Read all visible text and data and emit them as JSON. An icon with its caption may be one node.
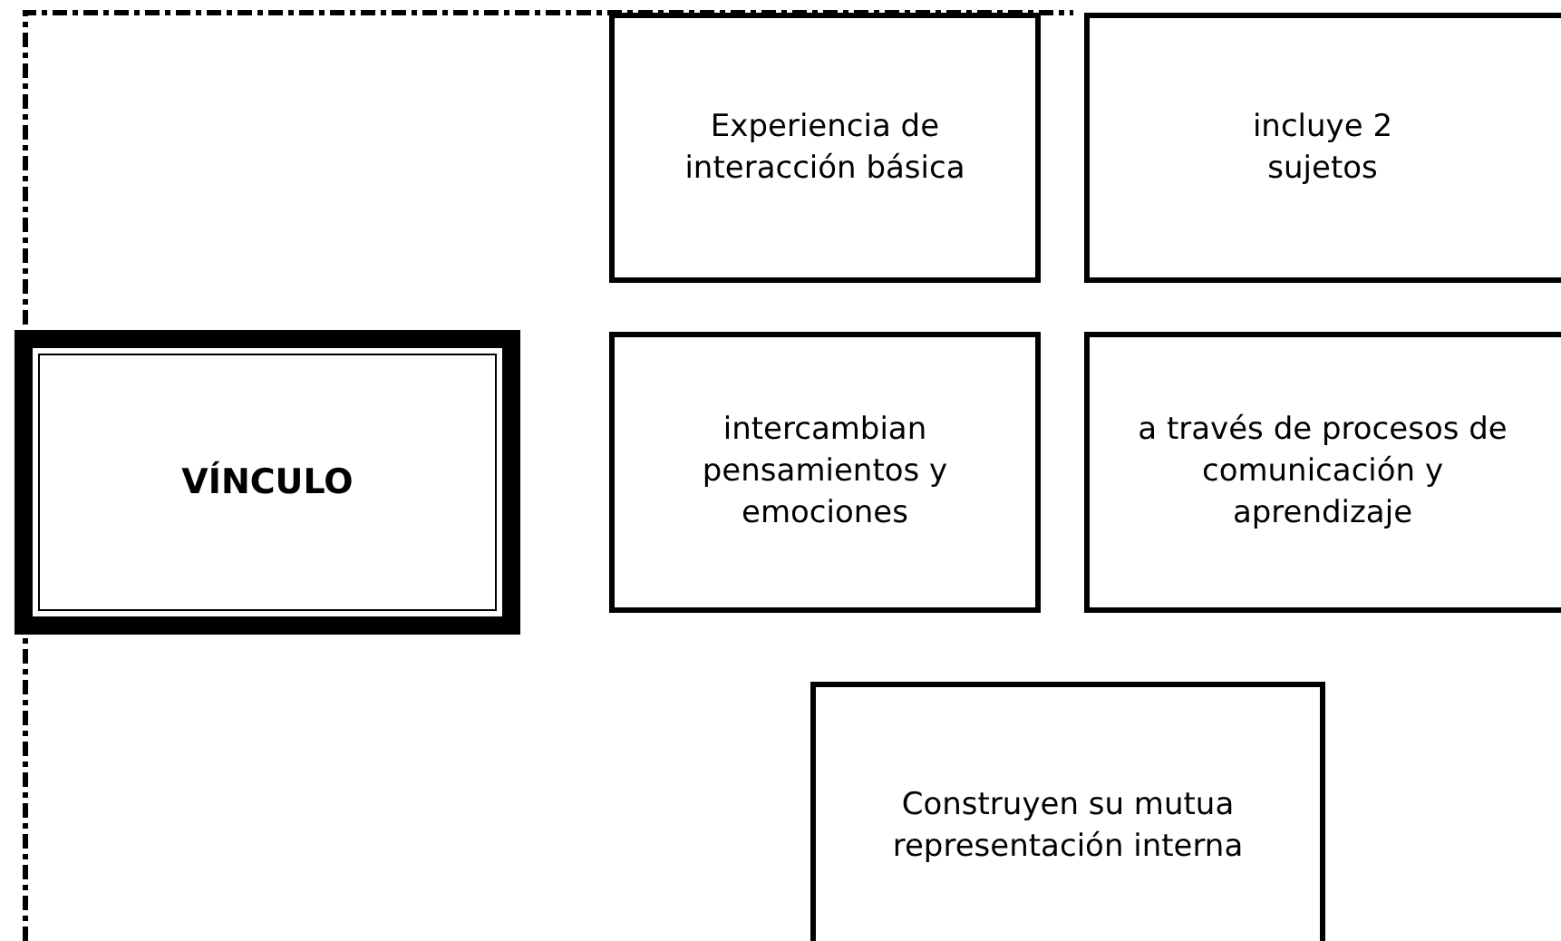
{
  "diagram": {
    "nodes": [
      {
        "text": [
          "Experiencia de interacción básica"
        ]
      },
      {
        "text": [
          "incluye 2 sujetos"
        ]
      },
      {
        "text": [
          "VÍNCULO"
        ]
      },
      {
        "text": [
          "intercambian pensamientos y emociones"
        ]
      },
      {
        "text": [
          "a través de procesos de comunicación y aprendizaje"
        ]
      },
      {
        "text": [
          "Construyen su mutua representación interna"
        ]
      }
    ]
  }
}
